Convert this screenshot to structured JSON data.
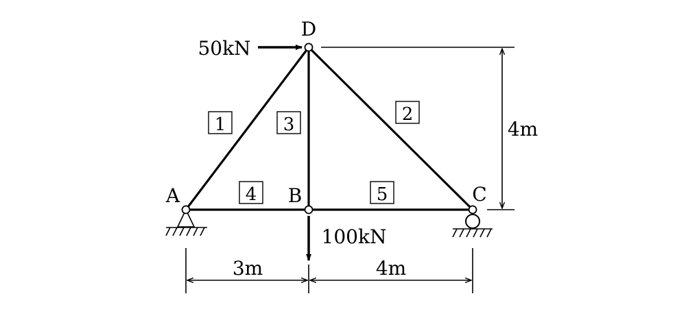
{
  "nodes": {
    "A": "A",
    "B": "B",
    "C": "C",
    "D": "D"
  },
  "member_numbers": {
    "m1": "1",
    "m2": "2",
    "m3": "3",
    "m4": "4",
    "m5": "5"
  },
  "loads": {
    "horizontal": "50kN",
    "vertical": "100kN"
  },
  "dimensions": {
    "height": "4m",
    "span_ab": "3m",
    "span_bc": "4m"
  }
}
